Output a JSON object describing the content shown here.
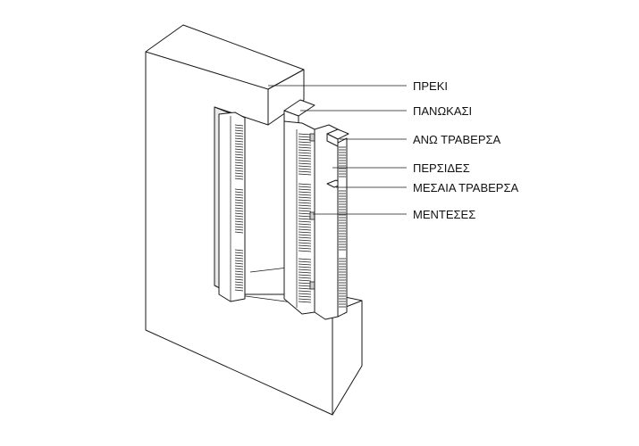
{
  "labels": {
    "preki": "ΠΡΕΚΙ",
    "panokasi": "ΠΑΝΩΚΑΣΙ",
    "ano_traversa": "ΑΝΩ ΤΡΑΒΕΡΣΑ",
    "persides": "ΠΕΡΣΙΔΕΣ",
    "mesaia_traversa": "ΜΕΣΑΙΑ ΤΡΑΒΕΡΣΑ",
    "menteses": "ΜΕΝΤΕΣΕΣ"
  }
}
